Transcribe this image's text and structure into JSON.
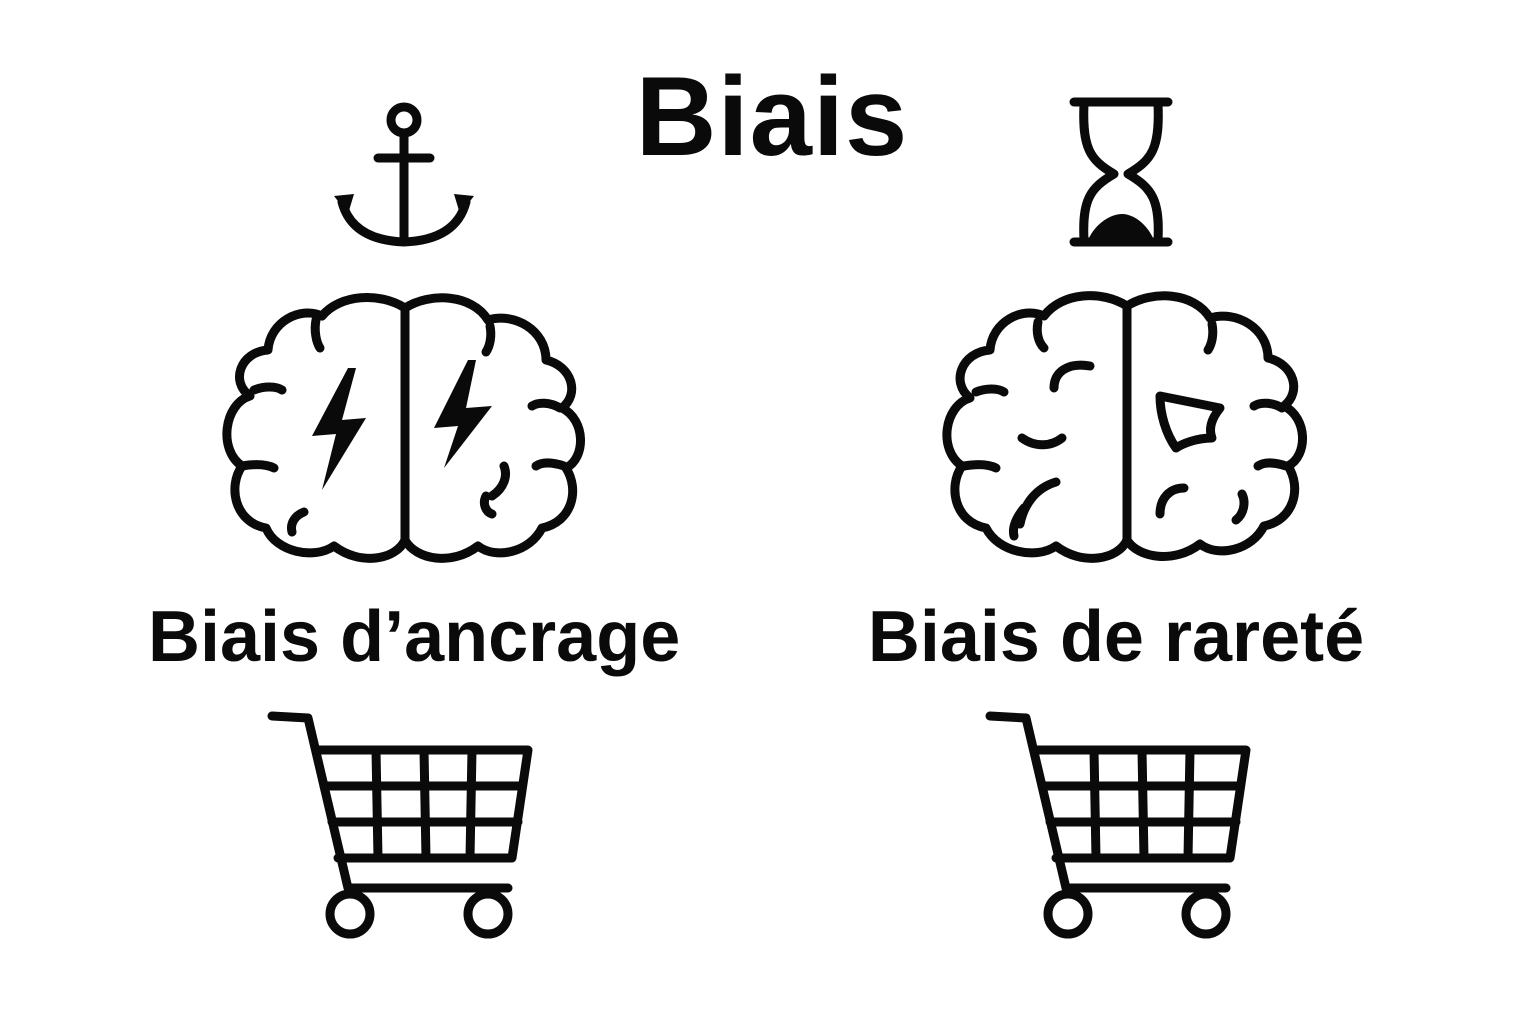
{
  "title": "Biais",
  "items": [
    {
      "label": "Biais d’ancrage",
      "top_icon": "anchor-icon",
      "middle_icon": "brain-lightning-icon",
      "bottom_icon": "shopping-cart-icon"
    },
    {
      "label": "Biais de rareté",
      "top_icon": "hourglass-icon",
      "middle_icon": "brain-icon",
      "bottom_icon": "shopping-cart-icon"
    }
  ],
  "colors": {
    "ink": "#0a0a0a",
    "background": "#ffffff"
  }
}
